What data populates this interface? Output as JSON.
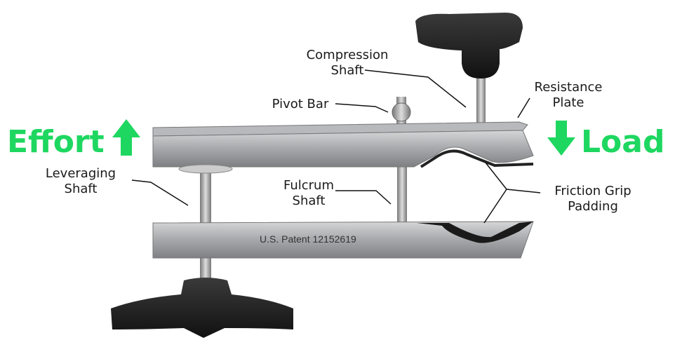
{
  "title_effort": "Effort",
  "title_load": "Load",
  "labels": {
    "compression_shaft": [
      "Compression",
      "Shaft"
    ],
    "resistance_plate": [
      "Resistance",
      "Plate"
    ],
    "pivot_bar": "Pivot Bar",
    "leveraging_shaft": [
      "Leveraging",
      "Shaft"
    ],
    "fulcrum_shaft": [
      "Fulcrum",
      "Shaft"
    ],
    "friction_grip_padding": [
      "Friction Grip",
      "Padding"
    ]
  },
  "engraving": "U.S. Patent 12152619",
  "colors": {
    "accent_green": "#1ed760",
    "metal": "#a9abae",
    "knob": "#2a2a2a"
  }
}
